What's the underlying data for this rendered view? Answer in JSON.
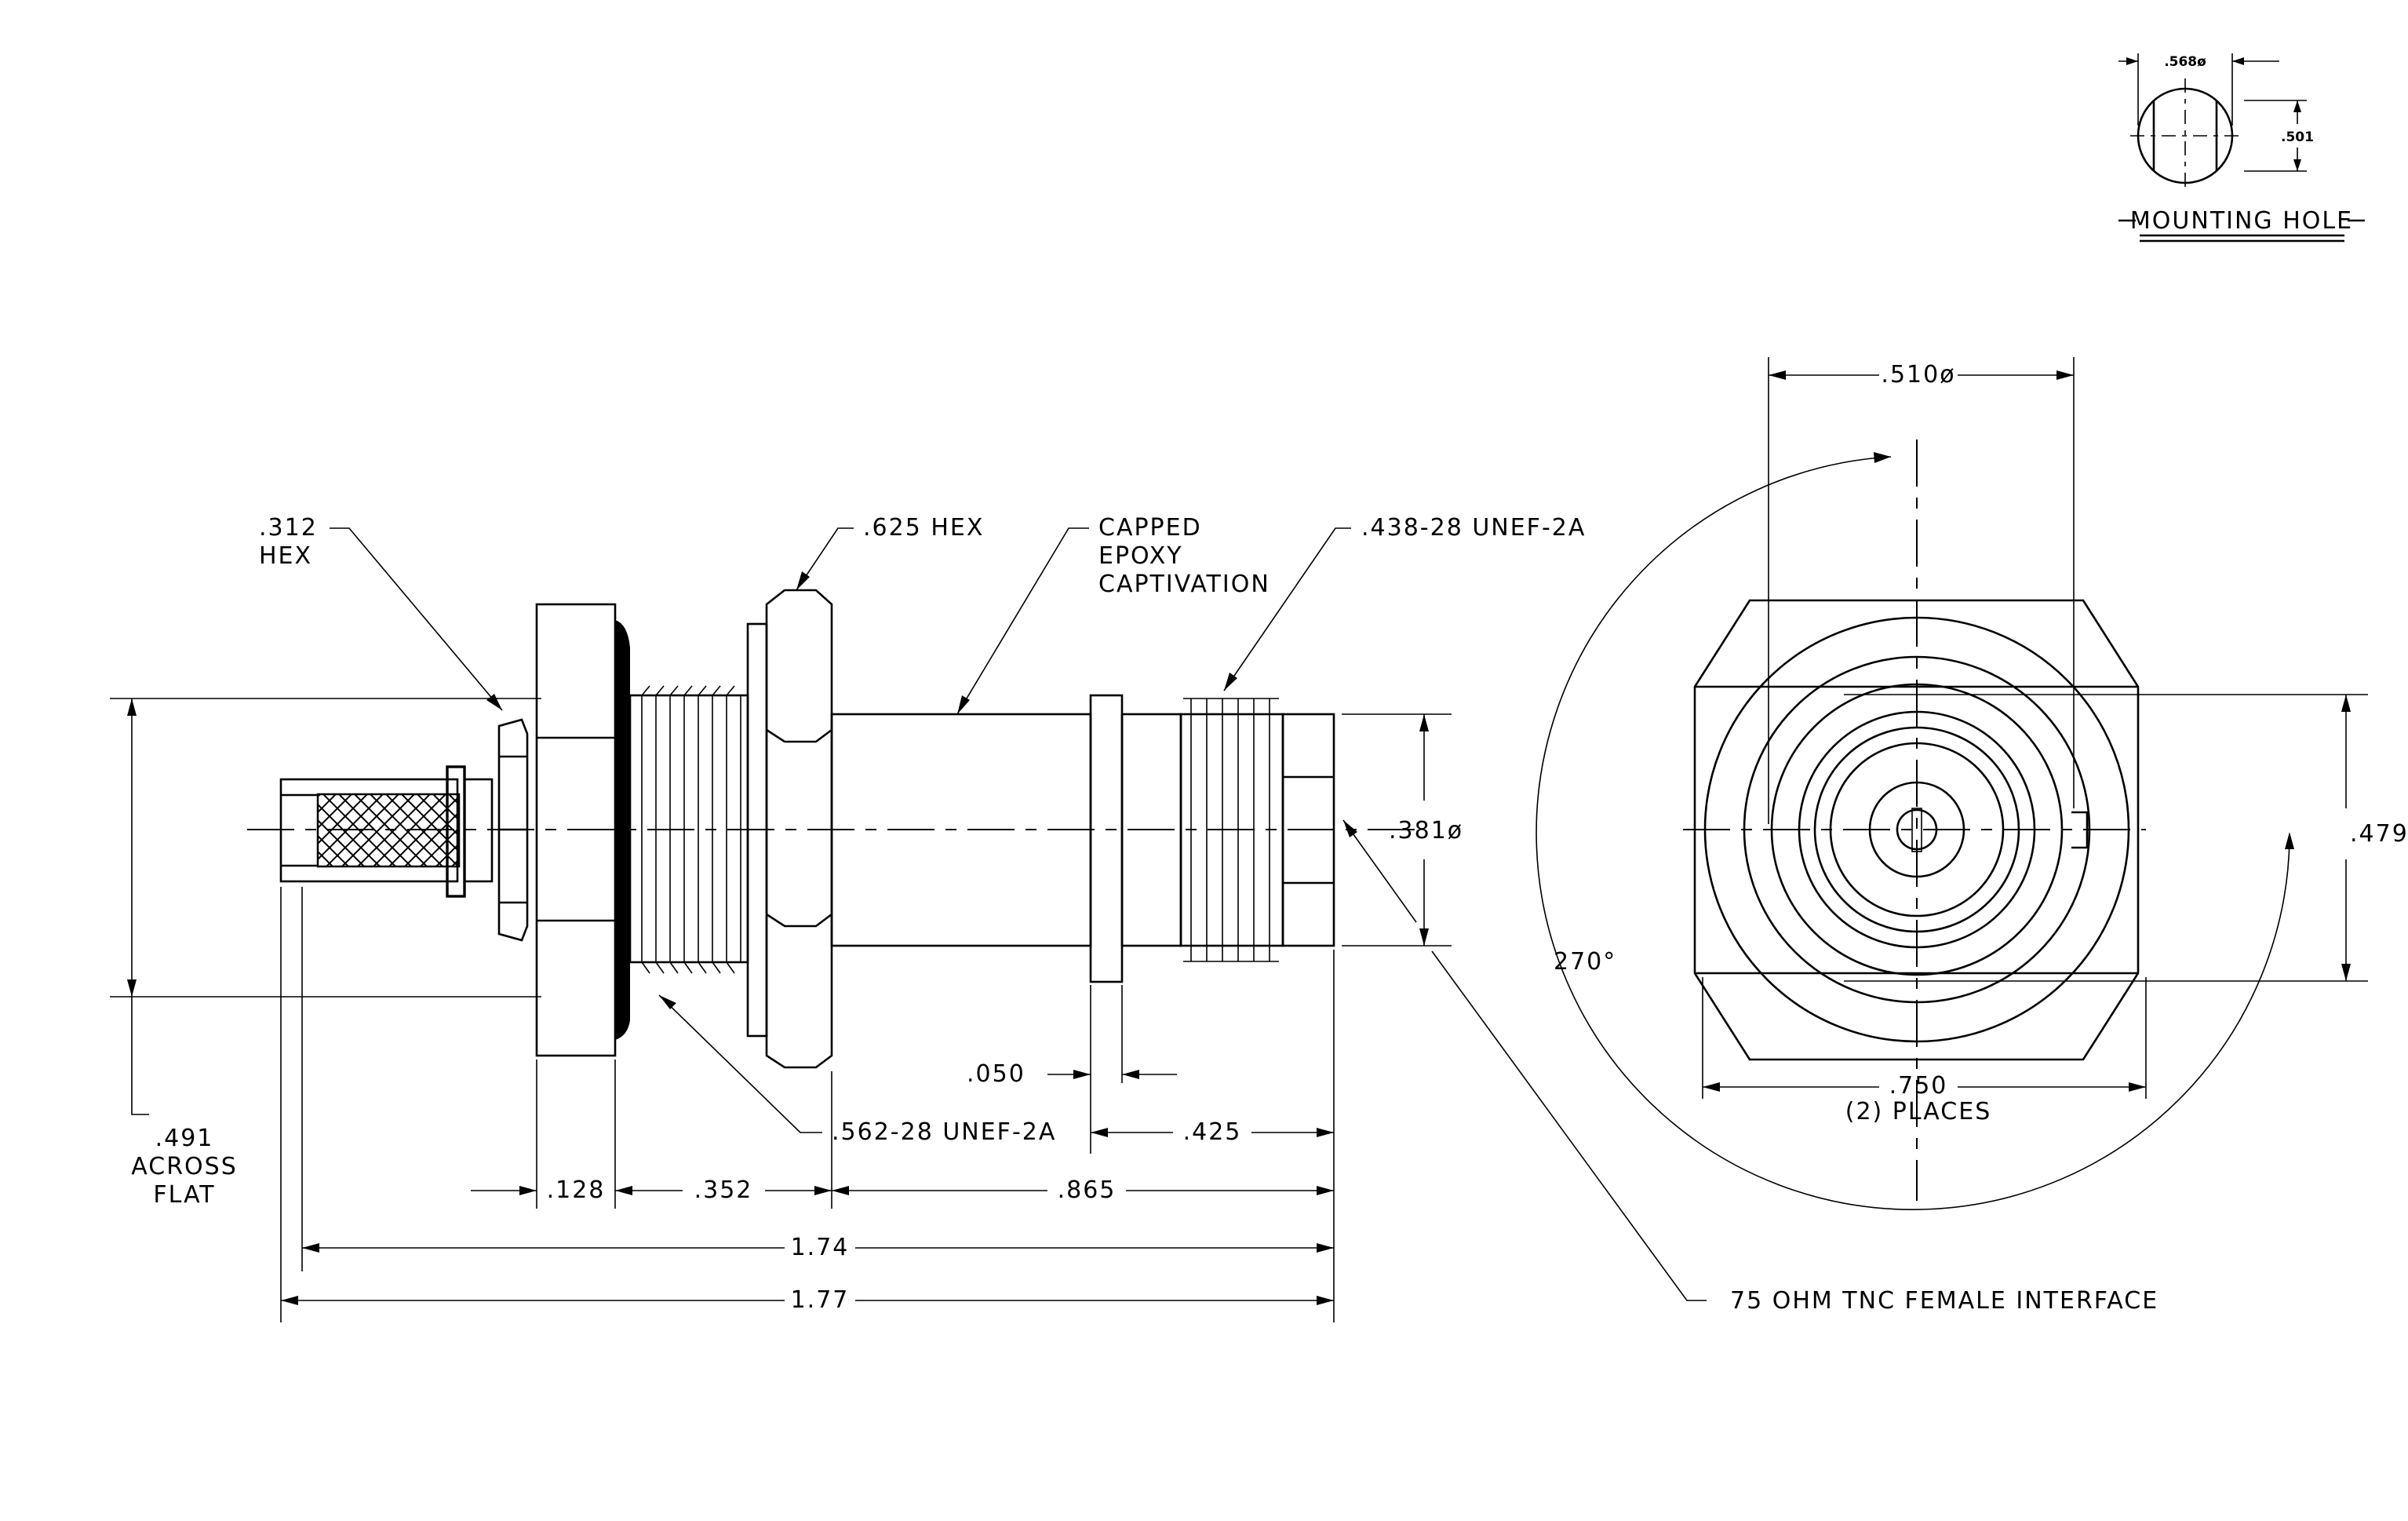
{
  "mounting_hole": {
    "title": "MOUNTING HOLE",
    "dia": ".568ø",
    "flat": ".501"
  },
  "side_view": {
    "hex_small": [
      ".312",
      "HEX"
    ],
    "hex_large": ".625 HEX",
    "capped": [
      "CAPPED",
      "EPOXY",
      "CAPTIVATION"
    ],
    "thread_front": ".438-28 UNEF-2A",
    "thread_rear": ".562-28 UNEF-2A",
    "dia_381": ".381ø",
    "across_flat": [
      ".491",
      "ACROSS",
      "FLAT"
    ],
    "gap_050": ".050",
    "len_425": ".425",
    "len_128": ".128",
    "len_352": ".352",
    "len_865": ".865",
    "len_174": "1.74",
    "len_177": "1.77"
  },
  "end_view": {
    "dia_510": ".510ø",
    "angle": "270°",
    "flat_479": ".479",
    "flat_750": ".750",
    "places": "(2) PLACES",
    "interface": "75 OHM TNC FEMALE INTERFACE"
  }
}
